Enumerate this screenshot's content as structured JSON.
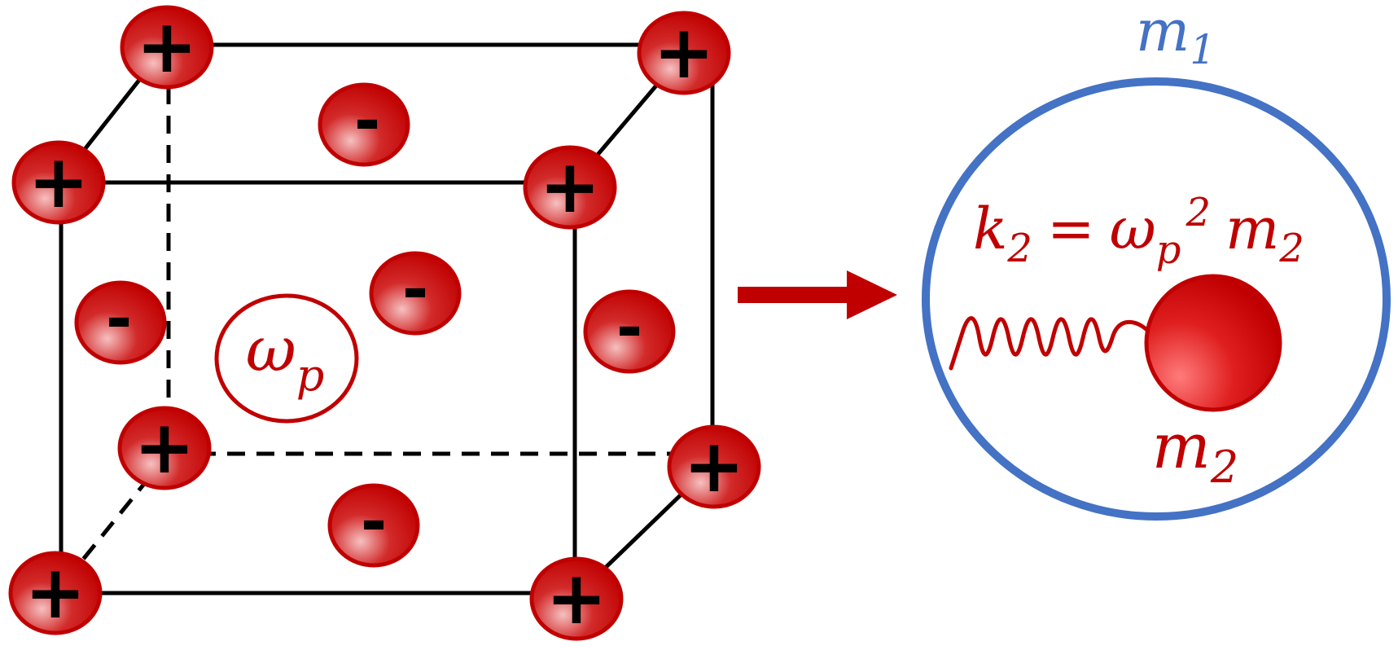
{
  "cube": {
    "ion_sign": "+",
    "electron_sign": "-",
    "omega_label": {
      "symbol": "ω",
      "subscript": "p"
    }
  },
  "model": {
    "outer_mass": {
      "symbol": "m",
      "subscript": "1"
    },
    "inner_mass": {
      "symbol": "m",
      "subscript": "2"
    },
    "spring_equation": {
      "k_symbol": "k",
      "k_sub": "2",
      "equals": "=",
      "omega_symbol": "ω",
      "omega_sub": "p",
      "power": "2",
      "m_symbol": "m",
      "m_sub": "2"
    }
  },
  "colors": {
    "charge_red": "#c00000",
    "shell_blue": "#4472c4",
    "edge_black": "#000000"
  }
}
